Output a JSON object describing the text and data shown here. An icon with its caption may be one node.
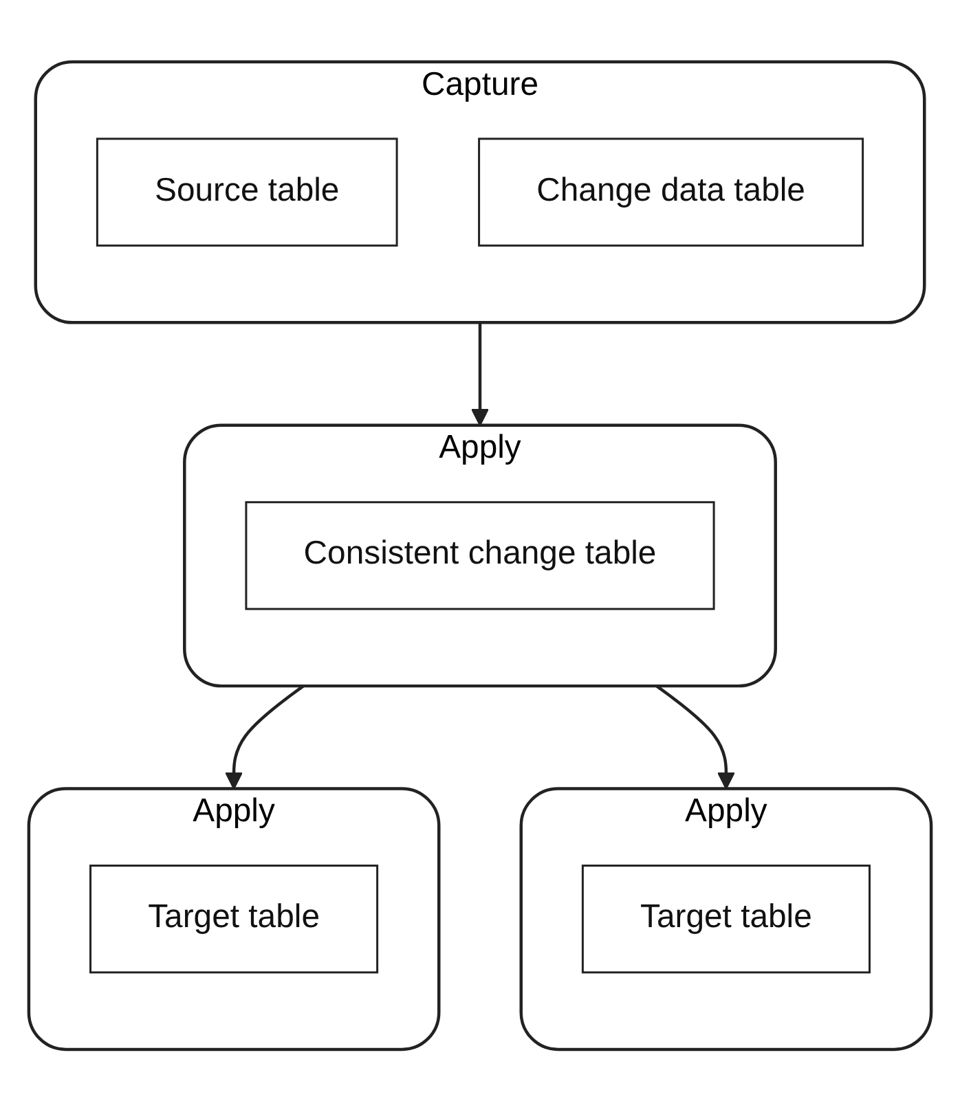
{
  "diagram": {
    "nodes": [
      {
        "text": [
          "Capture"
        ]
      },
      {
        "text": [
          "Source table"
        ],
        "in": 0
      },
      {
        "text": [
          "Change data table"
        ],
        "in": 0
      },
      {
        "text": [
          "Apply"
        ]
      },
      {
        "text": [
          "Consistent change table"
        ],
        "in": 3
      },
      {
        "text": [
          "Apply"
        ]
      },
      {
        "text": [
          "Target table"
        ],
        "in": 5
      },
      {
        "text": [
          "Apply"
        ]
      },
      {
        "text": [
          "Target table"
        ],
        "in": 7
      }
    ],
    "edges": [
      {
        "from": 0,
        "to": 3,
        "arrow": "to"
      },
      {
        "from": 3,
        "to": 5,
        "arrow": "to"
      },
      {
        "from": 3,
        "to": 7,
        "arrow": "to"
      }
    ]
  }
}
